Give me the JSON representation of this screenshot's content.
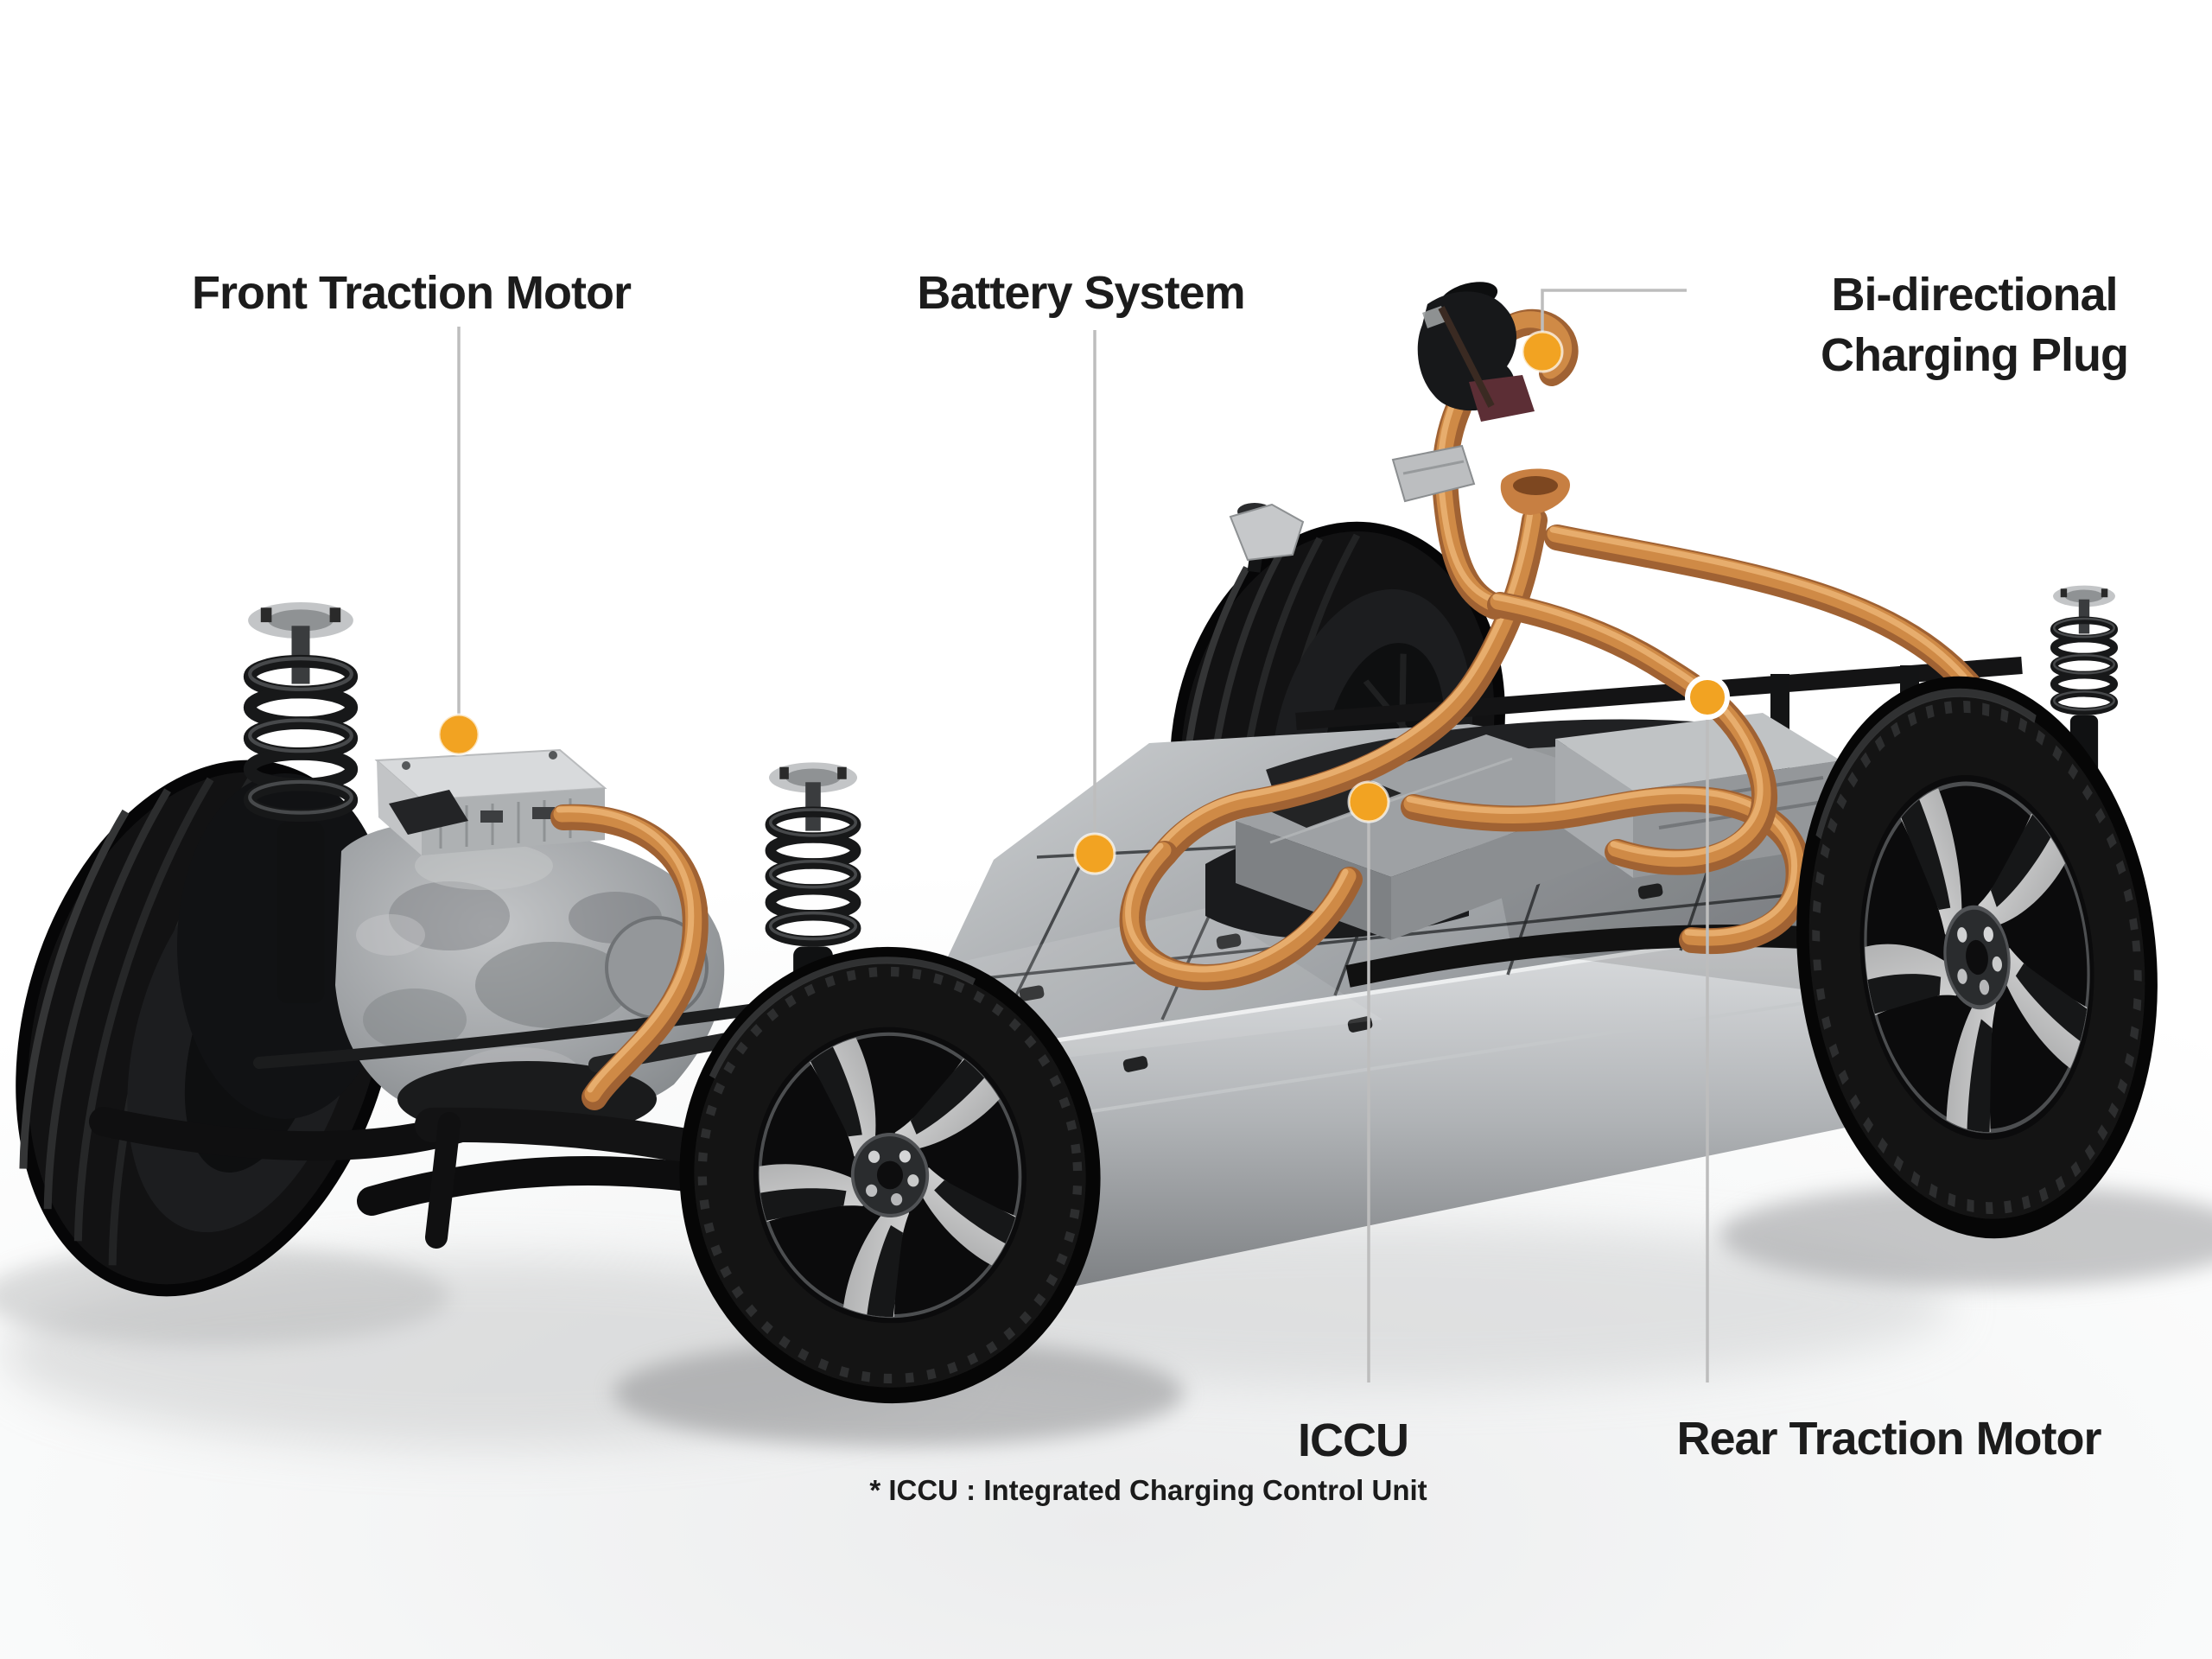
{
  "colors": {
    "accent": "#F2A322",
    "callout_line": "#BDBDBD",
    "text": "#1C1C1C",
    "background": "#FFFFFF"
  },
  "callouts": {
    "front_traction_motor": {
      "label": "Front Traction Motor"
    },
    "battery_system": {
      "label": "Battery System"
    },
    "bidirectional_charging_plug": {
      "label": "Bi-directional Charging Plug"
    },
    "iccu": {
      "label": "ICCU"
    },
    "rear_traction_motor": {
      "label": "Rear Traction Motor"
    }
  },
  "footnote": "* ICCU : Integrated Charging Control Unit"
}
